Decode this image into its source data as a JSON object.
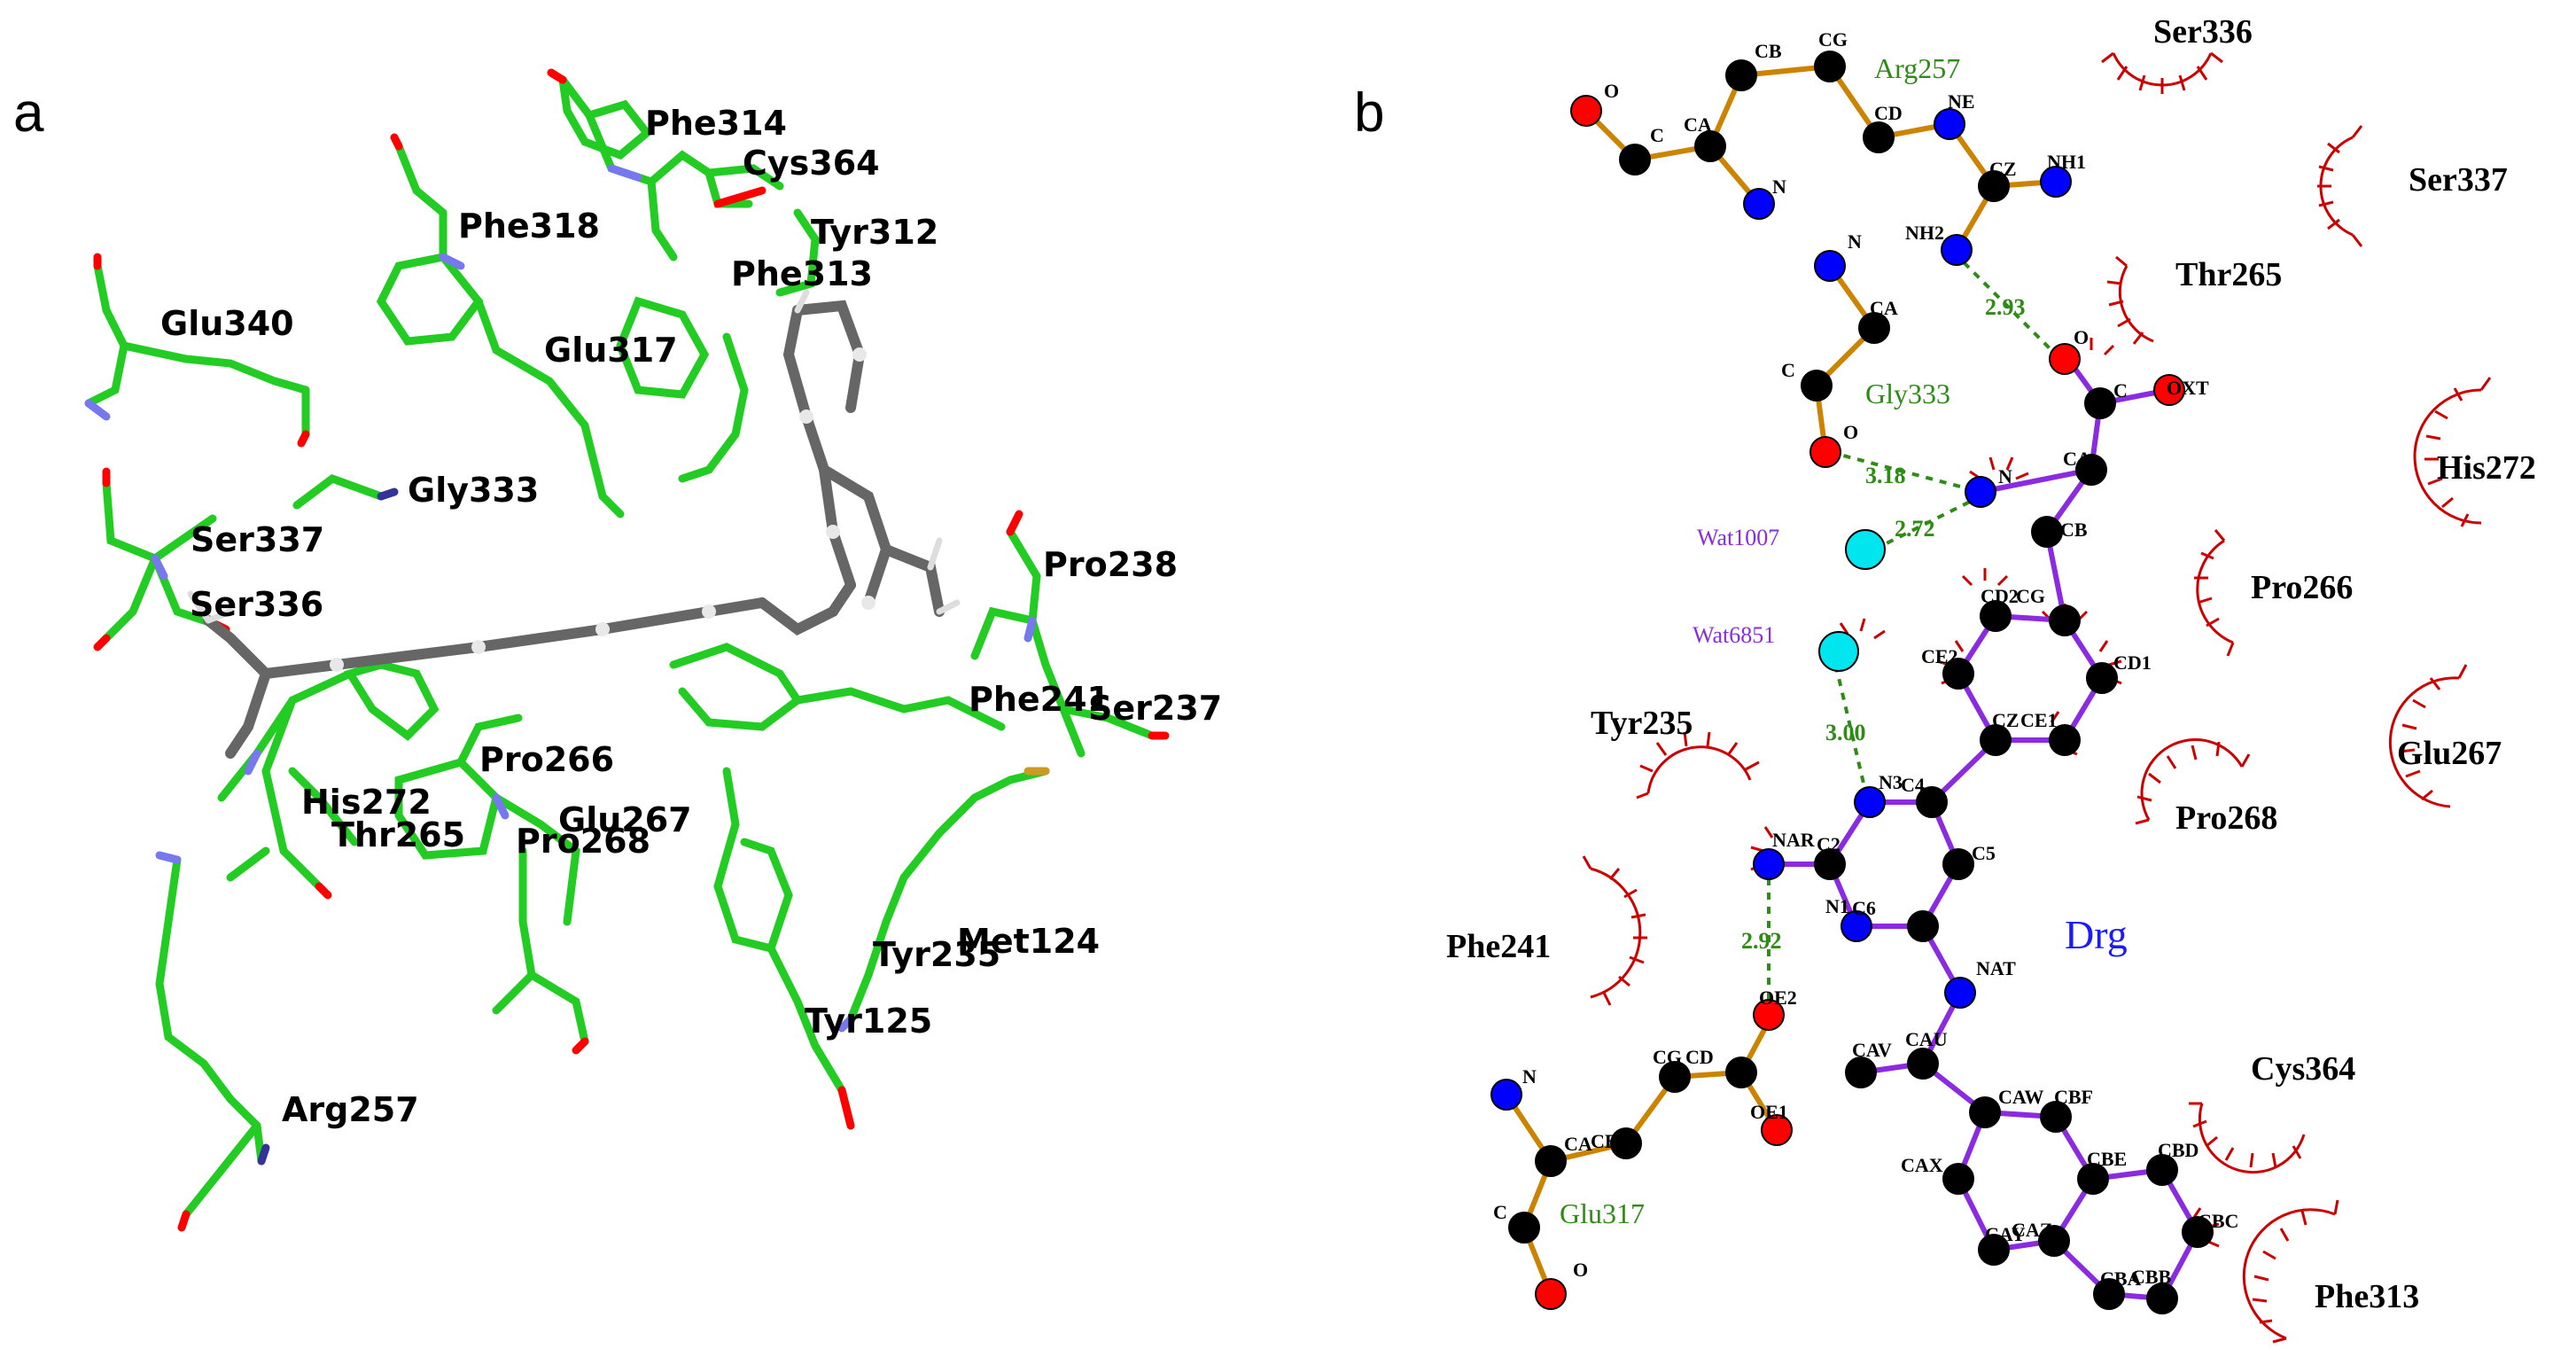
{
  "panels": {
    "a": {
      "label": "a"
    },
    "b": {
      "label": "b"
    }
  },
  "colors": {
    "carbon_3d": "#22cc22",
    "ligand_3d": "#666666",
    "oxygen": "#ff0000",
    "nitrogen": "#2222ff",
    "water": "#00e5ee",
    "hbond": "#2e8b16",
    "ligand_bond": "#8a2be2",
    "residue_bond": "#cc8400",
    "hydrophobic_arc": "#cc0000",
    "drg_label": "#1a1aff"
  },
  "panel_a_labels": [
    "Phe314",
    "Cys364",
    "Tyr312",
    "Phe318",
    "Phe313",
    "Glu340",
    "Glu317",
    "Gly333",
    "Ser337",
    "Ser336",
    "Pro238",
    "Phe241",
    "Ser237",
    "Pro266",
    "His272",
    "Thr265",
    "Glu267",
    "Pro268",
    "Met124",
    "Tyr235",
    "Tyr125",
    "Arg257"
  ],
  "panel_b": {
    "hydrophobic_residues": [
      "Ser336",
      "Ser337",
      "Thr265",
      "His272",
      "Pro266",
      "Glu267",
      "Pro268",
      "Tyr235",
      "Phe241",
      "Cys364",
      "Phe313"
    ],
    "hbond_residues": [
      "Arg257",
      "Gly333",
      "Glu317"
    ],
    "waters": [
      "Wat1007",
      "Wat6851"
    ],
    "ligand_name": "Drg",
    "hbond_distances": [
      "2.93",
      "3.18",
      "2.72",
      "3.00",
      "2.92"
    ],
    "atom_labels": {
      "arg": [
        "O",
        "C",
        "CA",
        "CB",
        "CG",
        "N",
        "CD",
        "NE",
        "CZ",
        "NH1",
        "NH2"
      ],
      "gly": [
        "N",
        "CA",
        "C",
        "O"
      ],
      "glu": [
        "N",
        "CA",
        "CB",
        "CG",
        "CD",
        "OE2",
        "OE1",
        "C",
        "O"
      ],
      "ligand": [
        "O",
        "C",
        "OXT",
        "N",
        "CA",
        "CB",
        "CD2",
        "CG",
        "CE2",
        "CD1",
        "CZ",
        "CE1",
        "N3",
        "C4",
        "NAR",
        "C2",
        "C5",
        "N1",
        "C6",
        "NAT",
        "CAU",
        "CAV",
        "CAW",
        "CBF",
        "CAX",
        "CBE",
        "CBD",
        "CAY",
        "CAZ",
        "CBC",
        "CBA",
        "CBB"
      ]
    }
  }
}
